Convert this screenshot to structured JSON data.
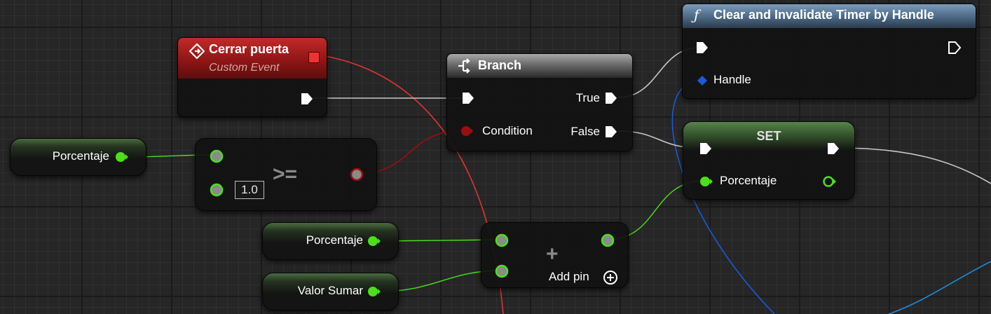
{
  "graph": {
    "cerrar_puerta": {
      "title": "Cerrar puerta",
      "subtitle": "Custom Event"
    },
    "branch": {
      "title": "Branch",
      "condition_label": "Condition",
      "true_label": "True",
      "false_label": "False"
    },
    "clear_timer": {
      "title": "Clear and Invalidate Timer by Handle",
      "handle_label": "Handle",
      "function_glyph": "ƒ"
    },
    "set_node": {
      "title": "SET",
      "var_label": "Porcentaje"
    },
    "get_porcentaje_1": {
      "label": "Porcentaje"
    },
    "compare_node": {
      "literal": "1.0",
      "operator": ">="
    },
    "get_porcentaje_2": {
      "label": "Porcentaje"
    },
    "get_valor_sumar": {
      "label": "Valor Sumar"
    },
    "add_node": {
      "operator": "+",
      "add_pin_label": "Add pin"
    }
  },
  "colors": {
    "exec_wire": "#c8c8c8",
    "float_pin": "#4be01a",
    "bool_pin": "#9c0e0e",
    "struct_pin": "#1b5ad6",
    "event_header": "#9a1717",
    "function_header": "#55728f",
    "variable_header": "#3f6a34",
    "wire_red": "#e03333",
    "wire_blue": "#1c8bdb"
  }
}
